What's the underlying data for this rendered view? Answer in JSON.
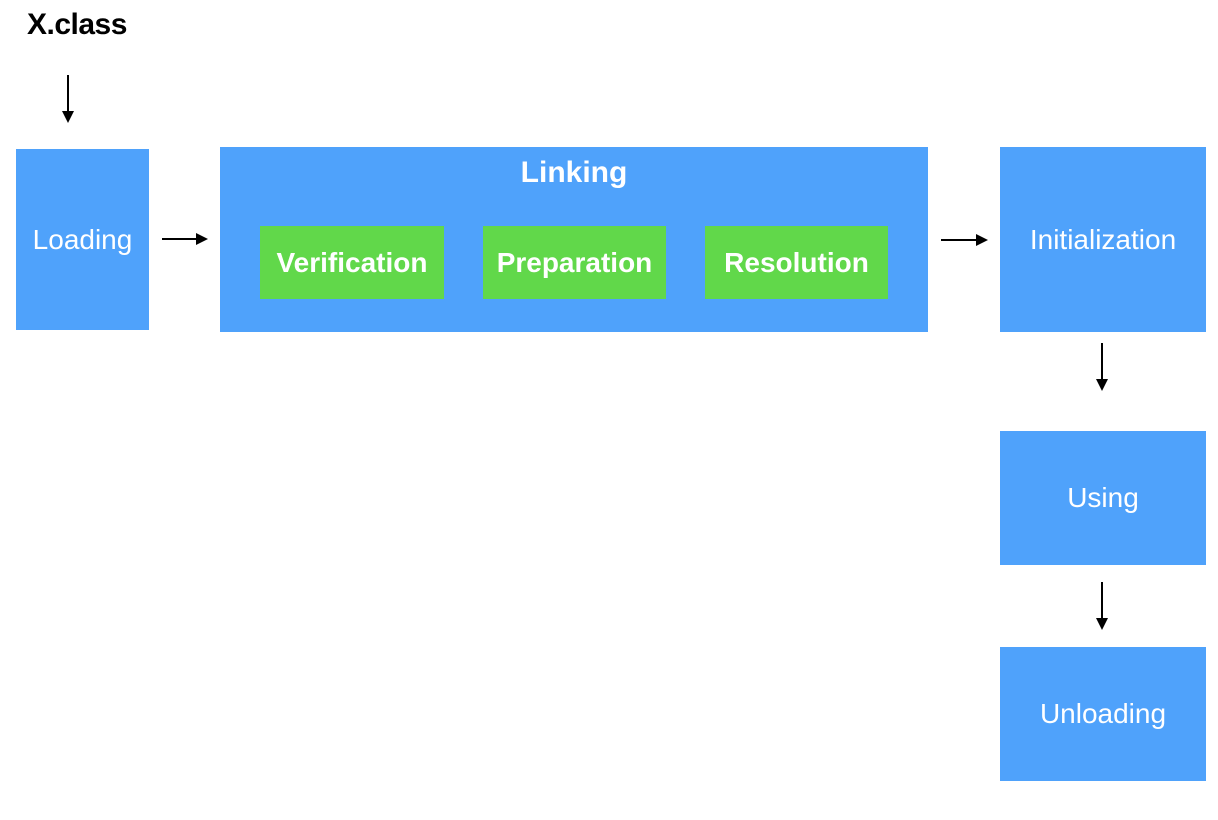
{
  "diagram": {
    "start_label": "X.class",
    "stages": {
      "loading": "Loading",
      "linking": "Linking",
      "verification": "Verification",
      "preparation": "Preparation",
      "resolution": "Resolution",
      "initialization": "Initialization",
      "using": "Using",
      "unloading": "Unloading"
    },
    "colors": {
      "stage": "#4fa2fb",
      "substage": "#61d84a",
      "arrow": "#000000"
    }
  }
}
